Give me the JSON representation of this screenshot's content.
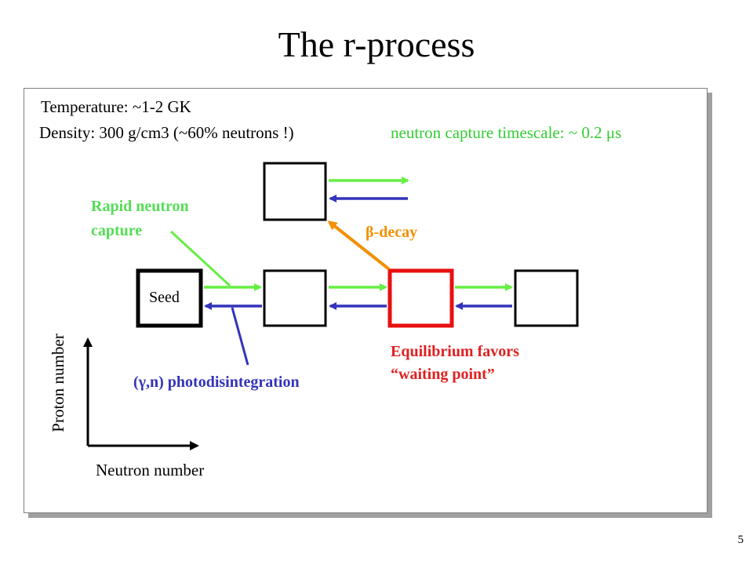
{
  "title": "The r-process",
  "conditions": {
    "temperature": "Temperature: ~1-2 GK",
    "density": "Density: 300 g/cm3 (~60% neutrons !)",
    "timescale": "neutron capture timescale: ~ 0.2 μs"
  },
  "labels": {
    "rapid_capture_line1": "Rapid neutron",
    "rapid_capture_line2": "capture",
    "beta_decay": "β-decay",
    "photodisintegration": "(γ,n) photodisintegration",
    "equilibrium_line1": "Equilibrium favors",
    "equilibrium_line2": "“waiting point”",
    "seed": "Seed"
  },
  "axes": {
    "y_label": "Proton number",
    "x_label": "Neutron number"
  },
  "page_number": "5",
  "colors": {
    "capture_green": "#66ee44",
    "photo_blue": "#3333bb",
    "decay_orange": "#f29000",
    "waiting_red": "#e81010"
  }
}
